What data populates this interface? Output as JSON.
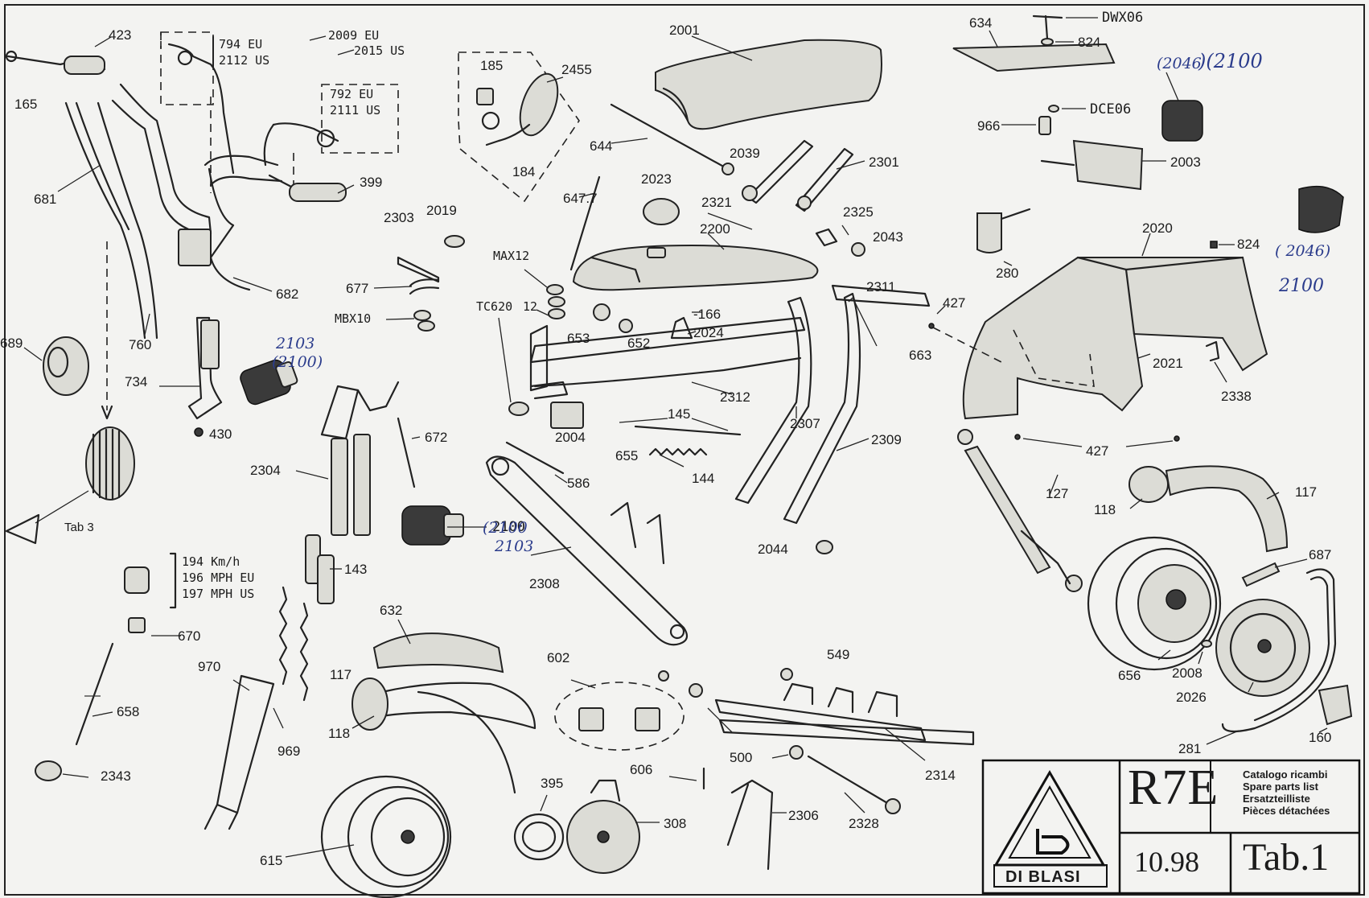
{
  "title_block": {
    "model": "R7E",
    "catalog_lines": [
      "Catalogo ricambi",
      "Spare parts list",
      "Ersatzteilliste",
      "Pièces détachées"
    ],
    "date": "10.98",
    "table": "Tab.1",
    "logo_text": "DI BLASI"
  },
  "boxed_notes": {
    "brake_lever": [
      "794 EU",
      "2112 US"
    ],
    "throttle": [
      "792 EU",
      "2111 US"
    ],
    "speedo": [
      "194 Km/h",
      "196 MPH EU",
      "197 MPH US"
    ]
  },
  "tab_ref": "Tab 3",
  "callouts": {
    "c423": "423",
    "c2009": "2009 EU",
    "c2015": "2015 US",
    "c165": "165",
    "c681": "681",
    "c682": "682",
    "c399": "399",
    "c760": "760",
    "c689": "689",
    "c734": "734",
    "c430": "430",
    "c185": "185",
    "c2455": "2455",
    "c184": "184",
    "c2001": "2001",
    "c634": "634",
    "cDWX06": "DWX06",
    "c824a": "824",
    "cDCE06": "DCE06",
    "c966": "966",
    "c2003": "2003",
    "c644": "644",
    "c2039": "2039",
    "c2301": "2301",
    "c6477": "647.7",
    "c2023": "2023",
    "c2321": "2321",
    "c2325": "2325",
    "c2043": "2043",
    "c2200": "2200",
    "c2303": "2303",
    "c2019": "2019",
    "c677": "677",
    "cMBX10": "MBX10",
    "cMAX12": "MAX12",
    "cTC620": "TC620",
    "c12": "12",
    "c653": "653",
    "c652": "652",
    "c166": "-166",
    "c2024": "2024",
    "c2311": "2311",
    "c663": "663",
    "c427a": "427",
    "c280": "280",
    "c2020": "2020",
    "c824b": "824",
    "c2021": "2021",
    "c2338": "2338",
    "c2312": "2312",
    "c2307": "2307",
    "c2004": "2004",
    "c145": "145",
    "c655": "655",
    "c144": "144",
    "c2309": "2309",
    "c427b": "427",
    "c2304": "2304",
    "c672": "672",
    "c586": "586",
    "c2100b": "2100",
    "c2308": "2308",
    "c2044": "2044",
    "c127": "127",
    "c118a": "118",
    "c117a": "117",
    "c687": "687",
    "c656": "656",
    "c2008": "2008",
    "c2026": "2026",
    "c281": "281",
    "c160": "160",
    "c143": "143",
    "c670": "670",
    "c658": "658",
    "c2343": "2343",
    "c970": "970",
    "c969": "969",
    "c632": "632",
    "c117b": "117",
    "c118b": "118",
    "c615": "615",
    "c602": "602",
    "c549": "549",
    "c500": "500",
    "c606": "606",
    "c395": "395",
    "c308": "308",
    "c2306": "2306",
    "c2314": "2314",
    "c2328": "2328"
  },
  "handwritten": {
    "h2046a": "(2046",
    "h2100a": ")(2100",
    "h2046b": "( 2046)",
    "h2100b": "2100",
    "h2103a": "2103",
    "h2100c": "(2100)",
    "h2100d": "(2100",
    "h2103b": "2103"
  }
}
